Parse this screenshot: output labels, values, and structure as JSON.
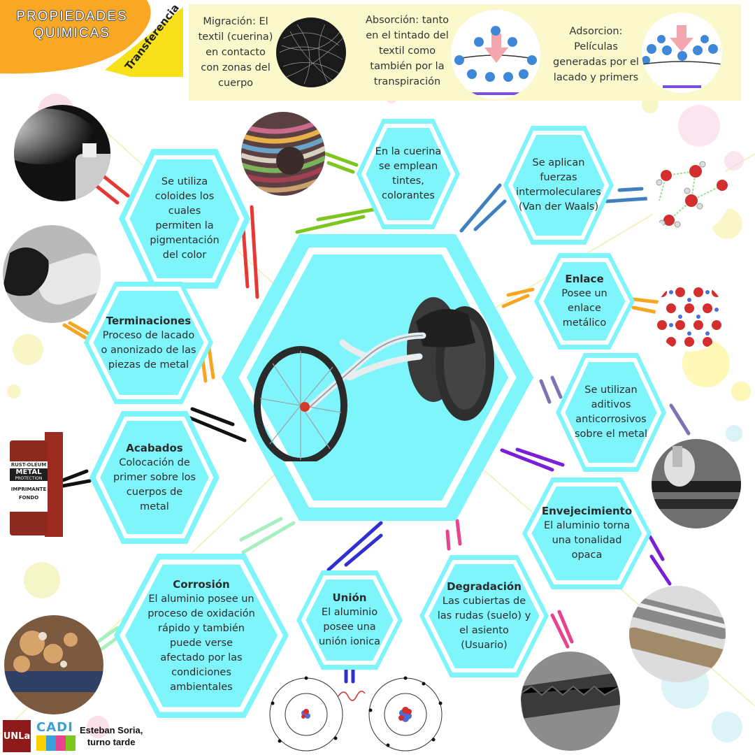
{
  "header": {
    "title_line1": "PROPIEDADES",
    "title_line2": "QUIMICAS",
    "tag": "Transferencia"
  },
  "transfer": {
    "migracion": "Migración: El textil (cuerina) en contacto con zonas del cuerpo",
    "absorcion": "Absorción: tanto en el tintado del textil como también por la transpiración",
    "adsorcion": "Adsorcion: Películas generadas por el lacado y primers"
  },
  "nodes": {
    "coloides": {
      "title": "",
      "text": "Se utiliza coloides los cuales permiten la pigmentación del color"
    },
    "cuerina": {
      "title": "",
      "text": "En la cuerina se emplean tintes, colorantes"
    },
    "fuerzas": {
      "title": "",
      "text": "Se aplican fuerzas intermoleculares (Van der Waals)"
    },
    "terminaciones": {
      "title": "Terminaciones",
      "text": "Proceso de lacado o anonizado de las piezas de metal"
    },
    "enlace": {
      "title": "Enlace",
      "text": "Posee un enlace metálico"
    },
    "aditivos": {
      "title": "",
      "text": "Se utilizan aditivos anticorrosivos sobre el metal"
    },
    "acabados": {
      "title": "Acabados",
      "text": "Colocación de primer sobre los cuerpos de metal"
    },
    "envejecimiento": {
      "title": "Envejecimiento",
      "text": "El aluminio torna una tonalidad opaca"
    },
    "corrosion": {
      "title": "Corrosión",
      "text": "El aluminio posee un proceso de oxidación rápido y también puede verse afectado por las condiciones ambientales"
    },
    "union": {
      "title": "Unión",
      "text": "El aluminio posee una unión ionica"
    },
    "degradacion": {
      "title": "Degradación",
      "text": "Las cubiertas de las rudas (suelo) y el asiento (Usuario)"
    }
  },
  "spray_can": {
    "brand": "RUST-OLEUM",
    "line1": "METAL",
    "line2": "PROTECTION",
    "line3": "IMPRIMANTE",
    "line4": "FONDO"
  },
  "footer": {
    "logo_unla": "UNLa",
    "logo_cadi": "CADI",
    "author_line1": "Esteban Soria,",
    "author_line2": "turno tarde"
  },
  "colors": {
    "hex_fill": "#7ef5fb",
    "hex_border": "#ffffff",
    "panel": "#fbf8cc",
    "header_orange": "#f9a825",
    "header_yellow": "#f7e11a",
    "red": "#e53935",
    "green": "#7cc61f",
    "blue": "#3f7fbf",
    "orange": "#f5a623",
    "slate": "#7a74b0",
    "purple": "#7b1fd6",
    "pink": "#e8438e",
    "mint": "#a6f0c0",
    "navy": "#3030d0",
    "black": "#111111"
  }
}
